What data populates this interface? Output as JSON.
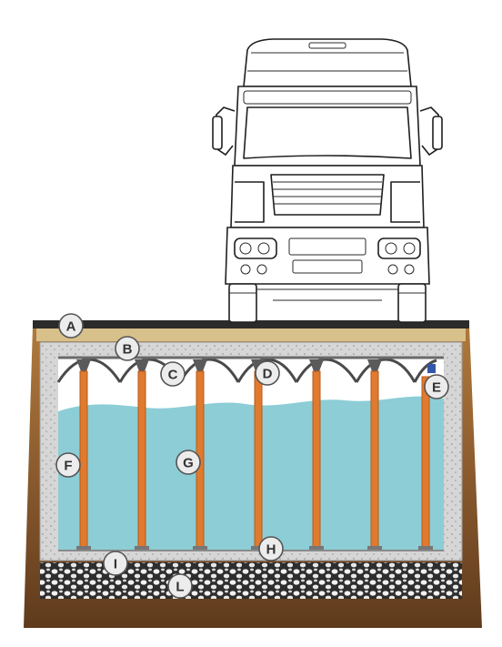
{
  "labels": {
    "A": "A",
    "B": "B",
    "C": "C",
    "D": "D",
    "E": "E",
    "F": "F",
    "G": "G",
    "H": "H",
    "I": "I",
    "L": "L"
  },
  "colors": {
    "soil": "#7a4b2a",
    "asphalt": "#2b2b2b",
    "sand": "#d8c08a",
    "concrete": "#d2d2d2",
    "water": "#8ccdd6",
    "pillar": "#e07a2e",
    "gravel": "#3a3a3a",
    "truck_outline": "#1f1f1f"
  }
}
